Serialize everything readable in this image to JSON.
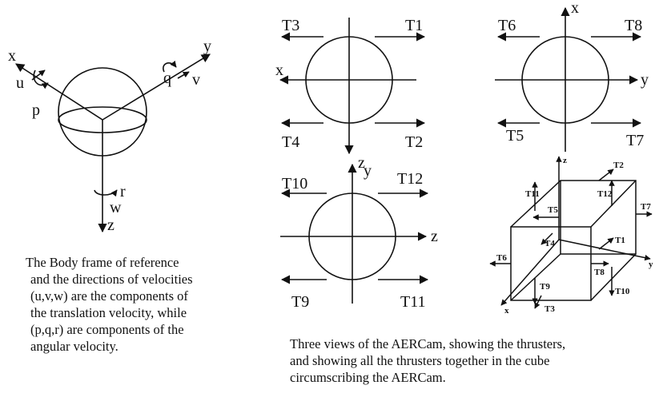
{
  "body_frame": {
    "axes": {
      "x": "x",
      "y": "y",
      "z": "z"
    },
    "velocities": {
      "u": "u",
      "v": "v",
      "w": "w"
    },
    "rates": {
      "p": "p",
      "q": "q",
      "r": "r"
    },
    "caption_lines": [
      "The Body frame of reference",
      "and the directions of velocities",
      "(u,v,w) are the components of",
      "the translation velocity, while",
      "(p,q,r) are components of the",
      "angular velocity."
    ]
  },
  "views": {
    "top_left": {
      "axis_left": "x",
      "axis_down": "z",
      "thrusters": {
        "ul": "T3",
        "ur": "T1",
        "ll": "T4",
        "lr": "T2"
      }
    },
    "top_right": {
      "axis_up": "x",
      "axis_right": "y",
      "thrusters": {
        "ul": "T6",
        "ur": "T8",
        "ll": "T5",
        "lr": "T7"
      }
    },
    "bottom_left": {
      "axis_up_1": "z",
      "axis_up_2": "y",
      "axis_right": "z",
      "thrusters": {
        "ul": "T10",
        "ur": "T12",
        "ll": "T9",
        "lr": "T11"
      }
    }
  },
  "cube": {
    "axis_z": "z",
    "labels": [
      "T2",
      "T11",
      "T12",
      "T7",
      "T5",
      "T1",
      "T4",
      "T6",
      "T8",
      "T9",
      "T10",
      "T3"
    ],
    "extra_labels": [
      "x",
      "y"
    ]
  },
  "views_caption_lines": [
    "Three views of the AERCam, showing the thrusters,",
    "and showing all the thrusters together in the cube",
    "circumscribing the AERCam."
  ]
}
